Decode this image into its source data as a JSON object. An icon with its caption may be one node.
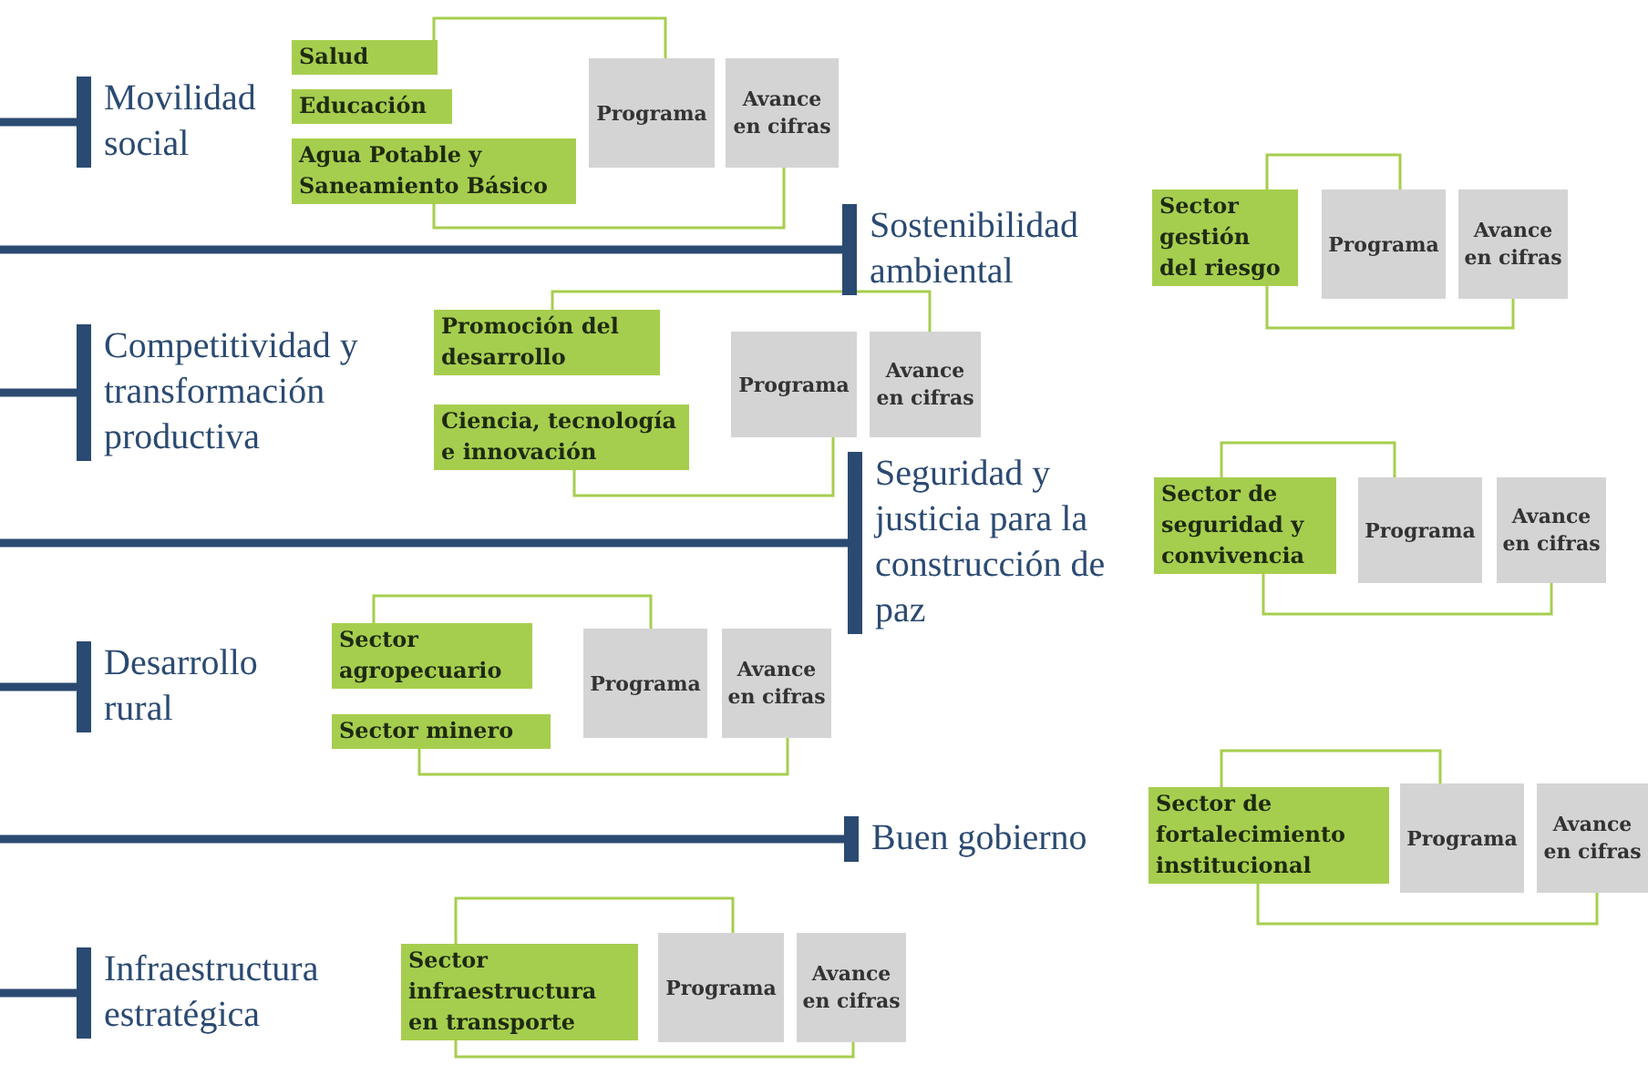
{
  "diagram": {
    "nodes": [
      {
        "text": [
          "Movilidad social"
        ]
      },
      {
        "text": [
          "Salud"
        ]
      },
      {
        "text": [
          "Educación"
        ]
      },
      {
        "text": [
          "Agua Potable y Saneamiento Básico"
        ]
      },
      {
        "text": [
          "Programa"
        ]
      },
      {
        "text": [
          "Avance en cifras"
        ]
      },
      {
        "text": [
          "Sostenibilidad ambiental"
        ]
      },
      {
        "text": [
          "Sector gestión del riesgo"
        ]
      },
      {
        "text": [
          "Programa"
        ]
      },
      {
        "text": [
          "Avance en cifras"
        ]
      },
      {
        "text": [
          "Competitividad y transformación productiva"
        ]
      },
      {
        "text": [
          "Promoción del desarrollo"
        ]
      },
      {
        "text": [
          "Ciencia, tecnología e innovación"
        ]
      },
      {
        "text": [
          "Programa"
        ]
      },
      {
        "text": [
          "Avance en cifras"
        ]
      },
      {
        "text": [
          "Seguridad y justicia para la construcción de paz"
        ]
      },
      {
        "text": [
          "Sector de seguridad y convivencia"
        ]
      },
      {
        "text": [
          "Programa"
        ]
      },
      {
        "text": [
          "Avance en cifras"
        ]
      },
      {
        "text": [
          "Desarrollo rural"
        ]
      },
      {
        "text": [
          "Sector agropecuario"
        ]
      },
      {
        "text": [
          "Sector minero"
        ]
      },
      {
        "text": [
          "Programa"
        ]
      },
      {
        "text": [
          "Avance en cifras"
        ]
      },
      {
        "text": [
          "Buen gobierno"
        ]
      },
      {
        "text": [
          "Sector de fortalecimiento institucional"
        ]
      },
      {
        "text": [
          "Programa"
        ]
      },
      {
        "text": [
          "Avance en cifras"
        ]
      },
      {
        "text": [
          "Infraestructura estratégica"
        ]
      },
      {
        "text": [
          "Sector infraestructura en transporte"
        ]
      },
      {
        "text": [
          "Programa"
        ]
      },
      {
        "text": [
          "Avance en cifras"
        ]
      }
    ],
    "edges": [
      {
        "from": null,
        "to": 0,
        "arrow": "none",
        "style": "thick",
        "color": "#2b4a72"
      },
      {
        "from": 1,
        "to": 4,
        "arrow": "none"
      },
      {
        "from": 3,
        "to": 5,
        "arrow": "none"
      },
      {
        "from": null,
        "to": 6,
        "arrow": "none",
        "style": "thick",
        "color": "#2b4a72"
      },
      {
        "from": 7,
        "to": 8,
        "arrow": "none"
      },
      {
        "from": 7,
        "to": 9,
        "arrow": "none"
      },
      {
        "from": null,
        "to": 10,
        "arrow": "none",
        "style": "thick",
        "color": "#2b4a72"
      },
      {
        "from": 11,
        "to": 14,
        "arrow": "none"
      },
      {
        "from": 12,
        "to": 13,
        "arrow": "none"
      },
      {
        "from": null,
        "to": 15,
        "arrow": "none",
        "style": "thick",
        "color": "#2b4a72"
      },
      {
        "from": 16,
        "to": 17,
        "arrow": "none"
      },
      {
        "from": 16,
        "to": 18,
        "arrow": "none"
      },
      {
        "from": null,
        "to": 19,
        "arrow": "none",
        "style": "thick",
        "color": "#2b4a72"
      },
      {
        "from": 20,
        "to": 22,
        "arrow": "none"
      },
      {
        "from": 21,
        "to": 23,
        "arrow": "none"
      },
      {
        "from": null,
        "to": 24,
        "arrow": "none",
        "style": "thick",
        "color": "#2b4a72"
      },
      {
        "from": 25,
        "to": 26,
        "arrow": "none"
      },
      {
        "from": 25,
        "to": 27,
        "arrow": "none"
      },
      {
        "from": null,
        "to": 28,
        "arrow": "none",
        "style": "thick",
        "color": "#2b4a72"
      },
      {
        "from": 29,
        "to": 30,
        "arrow": "none"
      },
      {
        "from": 29,
        "to": 31,
        "arrow": "none"
      }
    ]
  }
}
